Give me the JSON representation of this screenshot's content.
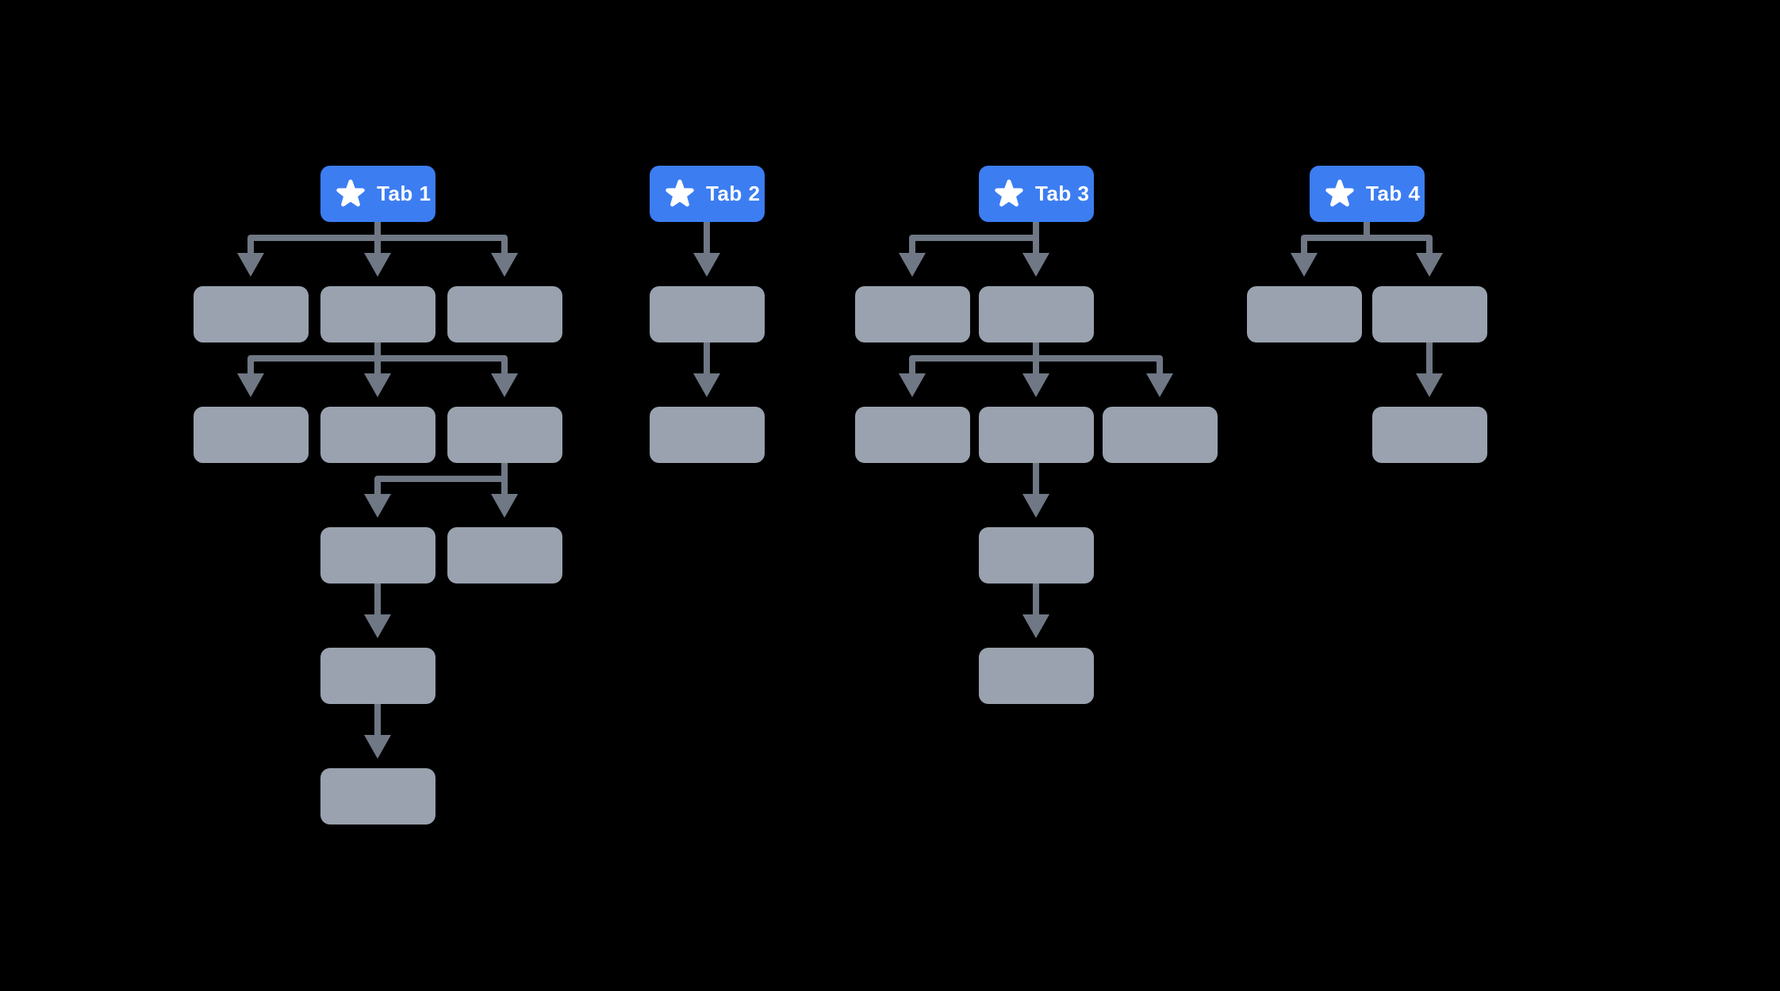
{
  "title": "Tab hierarchy diagram",
  "colors": {
    "background": "#000000",
    "tab_fill": "#3C7DF2",
    "tab_text": "#FFFFFF",
    "star": "#FFFFFF",
    "node_fill": "#99A2AE",
    "connector": "#6F7884"
  },
  "tabs": [
    {
      "label": "Tab 1",
      "icon": "star-icon"
    },
    {
      "label": "Tab 2",
      "icon": "star-icon"
    },
    {
      "label": "Tab 3",
      "icon": "star-icon"
    },
    {
      "label": "Tab 4",
      "icon": "star-icon"
    }
  ],
  "diagram": {
    "type": "tree",
    "trees": [
      {
        "root": "Tab 1",
        "nodes": [
          {
            "id": "1-A",
            "parent": "root"
          },
          {
            "id": "1-B",
            "parent": "root"
          },
          {
            "id": "1-C",
            "parent": "root"
          },
          {
            "id": "1-D",
            "parent": "1-B"
          },
          {
            "id": "1-E",
            "parent": "1-B"
          },
          {
            "id": "1-F",
            "parent": "1-B"
          },
          {
            "id": "1-G",
            "parent": "1-F"
          },
          {
            "id": "1-H",
            "parent": "1-F"
          },
          {
            "id": "1-I",
            "parent": "1-G"
          },
          {
            "id": "1-J",
            "parent": "1-I"
          }
        ]
      },
      {
        "root": "Tab 2",
        "nodes": [
          {
            "id": "2-A",
            "parent": "root"
          },
          {
            "id": "2-B",
            "parent": "2-A"
          }
        ]
      },
      {
        "root": "Tab 3",
        "nodes": [
          {
            "id": "3-A",
            "parent": "root"
          },
          {
            "id": "3-B",
            "parent": "root"
          },
          {
            "id": "3-C",
            "parent": "3-B"
          },
          {
            "id": "3-D",
            "parent": "3-B"
          },
          {
            "id": "3-E",
            "parent": "3-B"
          },
          {
            "id": "3-F",
            "parent": "3-D"
          },
          {
            "id": "3-G",
            "parent": "3-F"
          }
        ]
      },
      {
        "root": "Tab 4",
        "nodes": [
          {
            "id": "4-A",
            "parent": "root"
          },
          {
            "id": "4-B",
            "parent": "root"
          },
          {
            "id": "4-C",
            "parent": "4-B"
          }
        ]
      }
    ]
  }
}
